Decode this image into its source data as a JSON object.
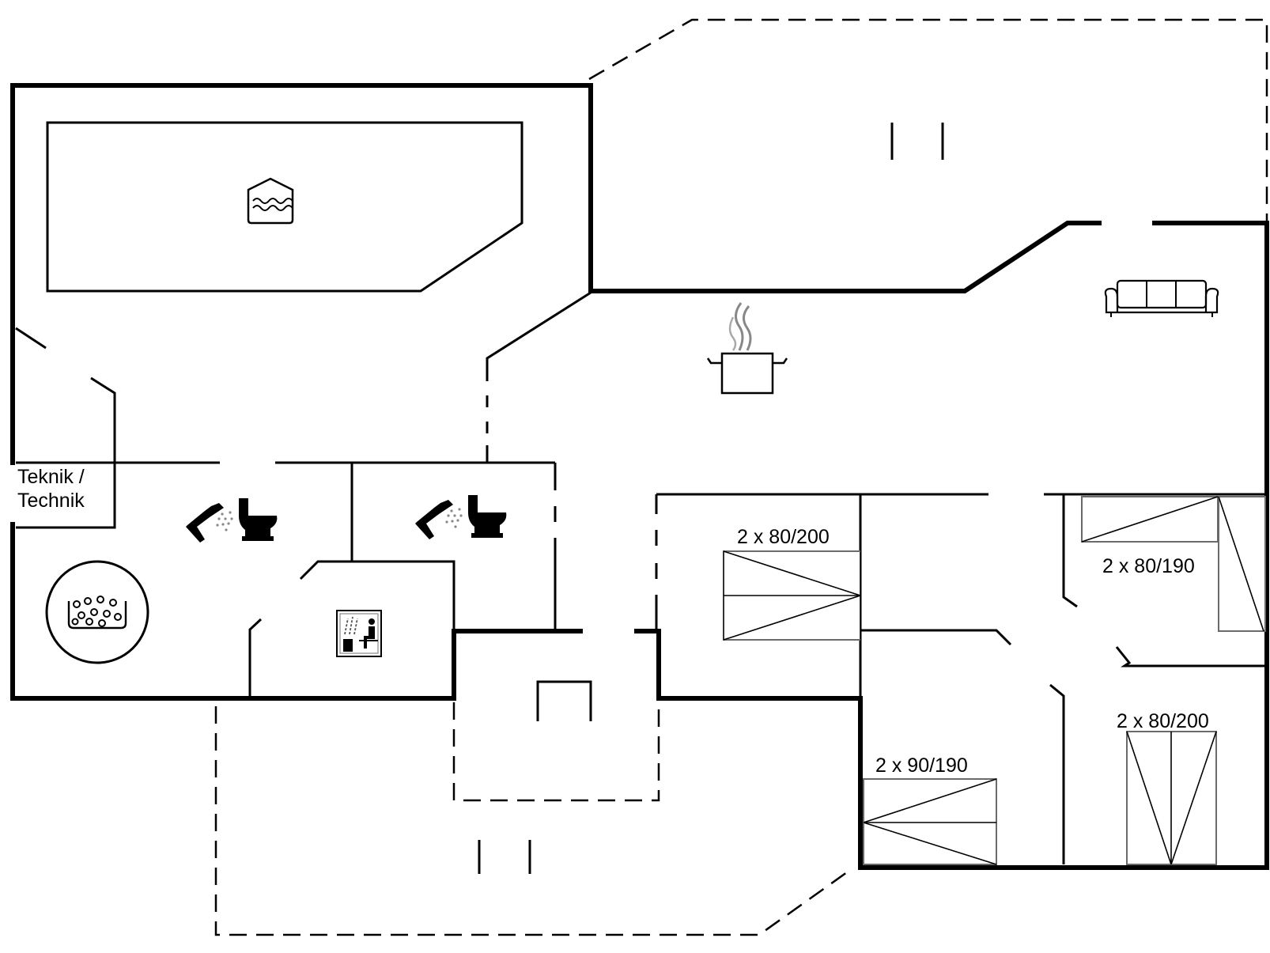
{
  "labels": {
    "technik_line1": "Teknik /",
    "technik_line2": "Technik",
    "bed_a": "2 x 80/200",
    "bed_b": "2 x 80/190",
    "bed_c": "2 x 90/190",
    "bed_d": "2 x 80/200"
  },
  "icons": [
    "pool-icon",
    "cooking-pot-icon",
    "sofa-icon",
    "shower-icon",
    "toilet-icon",
    "sauna-icon",
    "whirlpool-icon"
  ],
  "colors": {
    "wall": "#000000",
    "background": "#ffffff",
    "bed_outline_grey": "#6a6a6a"
  }
}
